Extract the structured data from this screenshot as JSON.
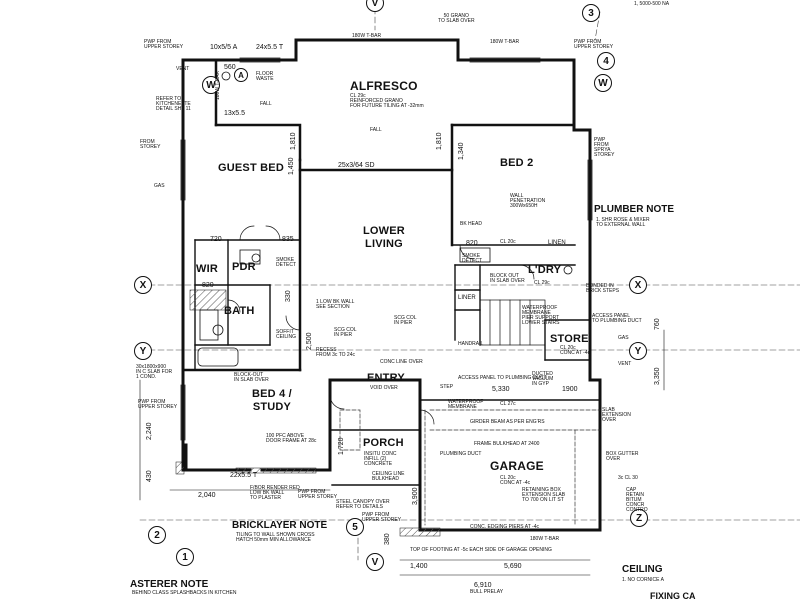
{
  "rooms": {
    "alfresco": "ALFRESCO",
    "guest_bed": "GUEST BED",
    "bed2": "BED 2",
    "lower_living": "LOWER\nLIVING",
    "wir": "WIR",
    "pdr": "PDR",
    "bath": "BATH",
    "ldry": "L'DRY",
    "store": "STORE",
    "bed4": "BED 4 /\nSTUDY",
    "entry": "ENTRY",
    "porch": "PORCH",
    "garage": "GARAGE",
    "linen": "LINEN",
    "liner": "LINER"
  },
  "headings": {
    "plumber": "PLUMBER NOTE",
    "bricklayer": "BRICKLAYER NOTE",
    "plasterer": "ASTERER NOTE",
    "ceiling": "CEILING",
    "fixing": "FIXING CA"
  },
  "grid": {
    "v": "V",
    "w": "W",
    "a": "A",
    "x": "X",
    "y": "Y",
    "z": "Z",
    "g2": "2",
    "g1": "1",
    "g3": "3",
    "g4": "4",
    "g5": "5"
  },
  "notes": {
    "top_right": "1, 5000-500 NA",
    "slab_over": "50 GRANO\nTO SLAB OVER",
    "t_bar_top": "180W T-BAR",
    "t_bar_left": "180W T-BAR",
    "t_bar_right": "180W T-BAR",
    "pwp_upper_l": "PWP FROM\nUPPER STOREY",
    "pwp_upper_r": "PWP FROM\nUPPER STOREY",
    "vent": "VENT",
    "floor_waste": "FLOOR\nWASTE",
    "fall_a": "FALL",
    "kitchenette": "REFER TO\nKITCHENETTE\nDETAIL SHT 11",
    "alfresco_spec": "CL 29c\nREINFORCED GRANO\nFOR FUTURE TILING AT -32mm",
    "fall_b": "FALL",
    "from_storey": "FROM\nSTOREY",
    "pwp_sprya": "PWP\nFROM\nSPRYA\nSTOREY",
    "gas": "GAS",
    "wall_pen": "WALL\nPENETRATION\n300Wx650H",
    "bk_head": "BK HEAD",
    "cl_20c": "CL 20c",
    "shr_rose": "1. SHR ROSE & MIXER\nTO EXTERNAL WALL",
    "smoke_det": "SMOKE\nDETECT",
    "smoke_r": "SMOKE\nDETECT",
    "block_out_r": "BLOCK OUT\nIN SLAB OVER",
    "cl_20c_ldry": "CL 29c",
    "bonded": "BONDED IN\nBRICK STEPS",
    "access_panel_r": "ACCESS PANEL\nTO PLUMBING DUCT",
    "gas_r": "GAS",
    "vent_r": "VENT",
    "one_bk": "1 LOW BK WALL\nSEE SECTION",
    "soffit": "SOFFIT\nCEILING",
    "scg_col_a": "SCG COL\nIN PIER",
    "scg_col_b": "SCG COL\nIN PIER",
    "recess": "RECESS\nFROM 3c TO 24c",
    "handrail": "HANDRAIL",
    "waterproof_top": "WATERPROOF\nMEMBRANE\nPIER SUPPORT\nLOWER STAIRS",
    "cl_20c_store": "CL 20c\nCONC AT -4c",
    "conc_line": "CONC LINE OVER",
    "vinyl_left": "30x1800x900\nIN C SLAB FOR\n1 COND.",
    "block_out": "BLOCK-OUT\nIN SLAB OVER",
    "void_over": "VOID OVER",
    "step": "STEP",
    "access_panel": "ACCESS PANEL TO PLUMBING DUCT",
    "duct": "DUCTED\nVACUUM\nIN GYP",
    "waterproof_b": "WATERPROOF\nMEMBRANE",
    "cl_27c": "CL 27c",
    "girder": "GIRDER BEAM AS PER ENG'RS",
    "slab_ext": "SLAB\nEXTENSION\nOVER",
    "frame_bulk": "FRAME BULKHEAD AT 2400",
    "plumb_duct": "PLUMBING DUCT",
    "pfc": "100 PFC ABOVE\nDOOR FRAME AT 28c",
    "pwp_upper_b": "PWP FROM\nUPPER STOREY",
    "insitu": "INSITU CONC\nINFILL (2)\nCONCRETE",
    "ceiling_lines": "CEILING LINE\nBULKHEAD",
    "box_gutter": "BOX GUTTER\nOVER",
    "garage_spec": "CL 20c\nCONC AT -4c",
    "fibre": "F/BOR RENDER RED\nLOW BK WALL\nTO PLASTER",
    "pwp_b": "PWP FROM\nUPPER STOREY",
    "steel_canopy": "STEEL CANOPY OVER\nREFER TO DETAILS",
    "pwp_c": "PWP FROM\nUPPER STOREY",
    "retain": "RETAINING BOX\nEXTENSION SLAB\nTO 700 ON LIT ST",
    "cap": "CAP\nRETAIN\nBITUM\nCONCR\nCONTRO",
    "conc_edging": "CONC. EDGING PIERS AT -4c",
    "three_cl": "3c CL 30",
    "t_bar_bottom": "180W T-BAR",
    "top_of_footing": "TOP OF FOOTING AT -5c EACH SIDE OF GARAGE OPENING",
    "tiling": "TILING TO WALL SHOWN CROSS\nHATCH 50mm MIN ALLOWANCE",
    "plasterer_1": "BEHIND CLASS SPLASHBACKS IN KITCHEN",
    "ceiling_1": "1. NO CORNICE A",
    "bill_prelay": "BULL PRELAY"
  },
  "dims": {
    "d10x5_a": "10x5/5 A",
    "d24x5": "24x5.5 T",
    "d560": "560",
    "d13x5": "13x5.5",
    "d1810a": "1,810",
    "d1810b": "1,810",
    "d1340": "1,340",
    "d1450": "1,450",
    "d330": "330",
    "d2500": "2,500",
    "d25x3": "25x3/64 SD",
    "d2240": "2,240",
    "d430": "430",
    "d2040": "2,040",
    "d1720": "1,720",
    "d5330": "5,330",
    "d1900": "1900",
    "d3350": "3,350",
    "d760": "760",
    "d1400": "1,400",
    "d5690": "5,690",
    "d6910": "6,910",
    "d3900": "3,900",
    "d22x5": "22x5.5 T",
    "d720": "720",
    "d835": "835",
    "d820": "820",
    "d380": "380",
    "d820b": "820"
  }
}
